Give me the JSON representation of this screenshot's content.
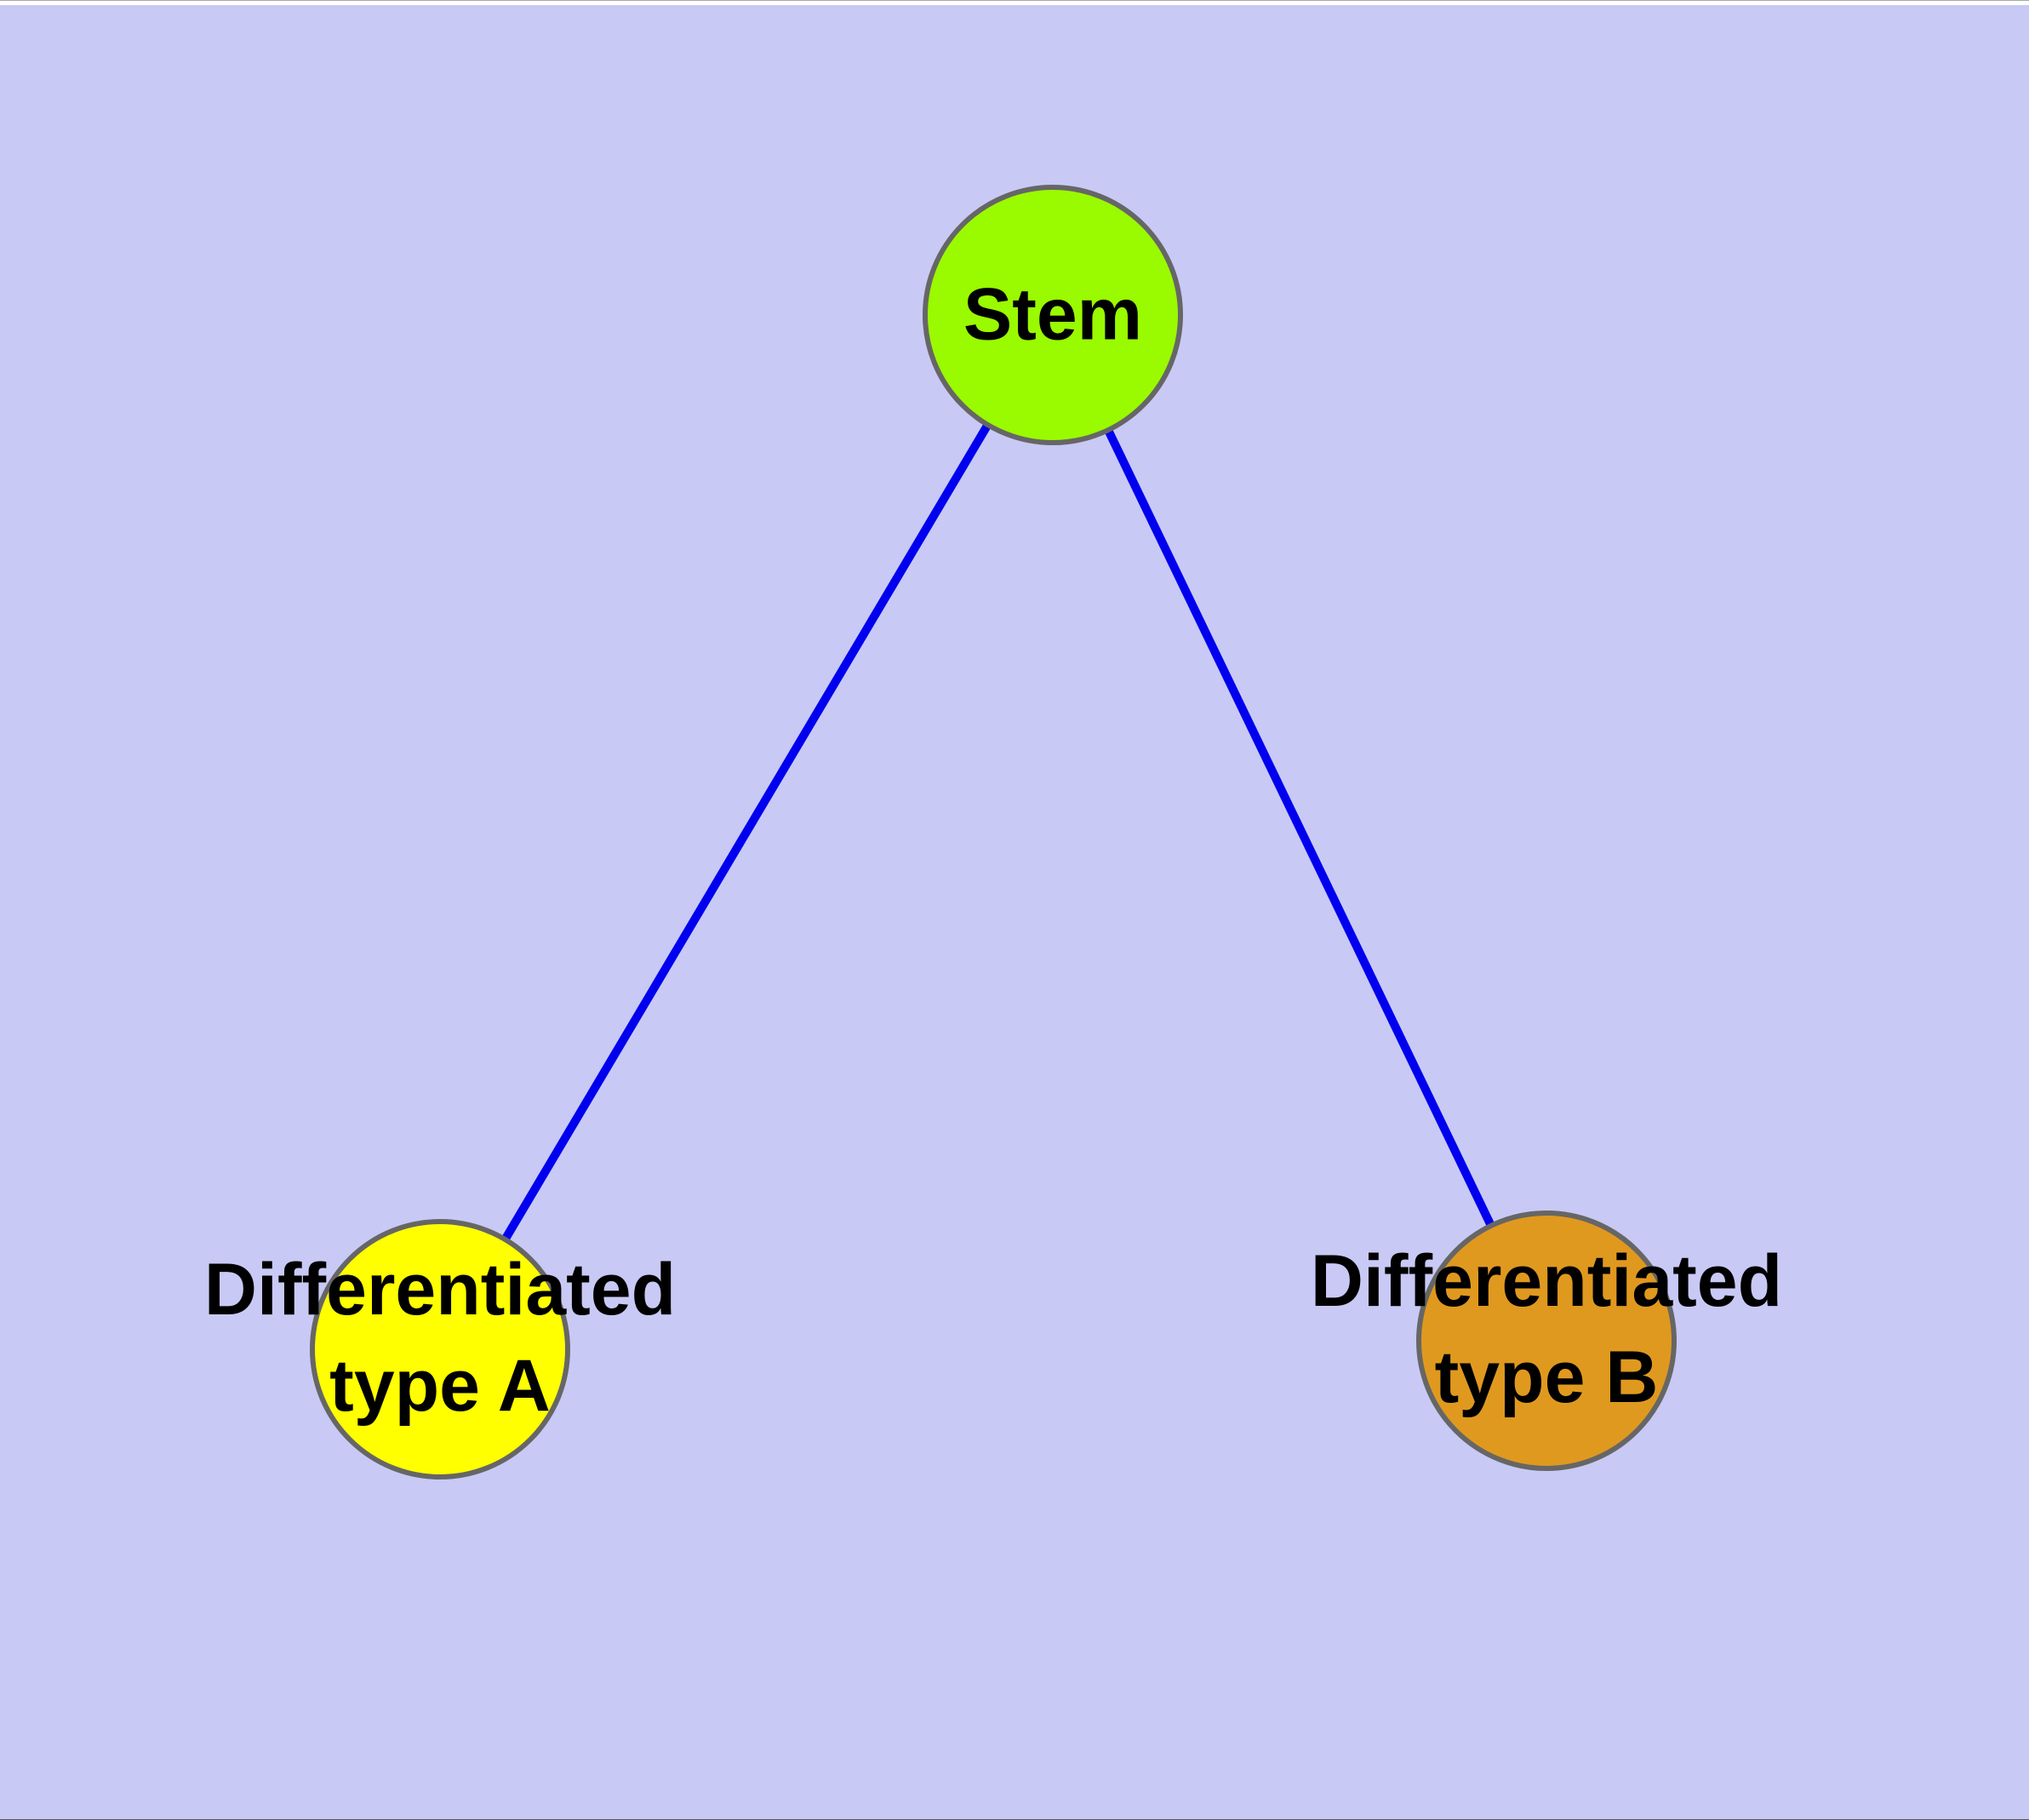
{
  "diagram": {
    "title": "stem cell differentiation graph",
    "background_color": "#C9C9F5",
    "edge_color": "#0000EE",
    "node_border_color": "#666666",
    "label_color": "#000000",
    "nodes": {
      "stem": {
        "label": "Stem",
        "color": "#9AFA00"
      },
      "type_a": {
        "label_line1": "Differentiated",
        "label_line2": "type A",
        "color": "#FFFF00"
      },
      "type_b": {
        "label_line1": "Differentiated",
        "label_line2": "type B",
        "color": "#E0991F"
      }
    },
    "edges": [
      {
        "from": "Stem",
        "to": "Differentiated type A"
      },
      {
        "from": "Stem",
        "to": "Differentiated type B"
      }
    ]
  }
}
